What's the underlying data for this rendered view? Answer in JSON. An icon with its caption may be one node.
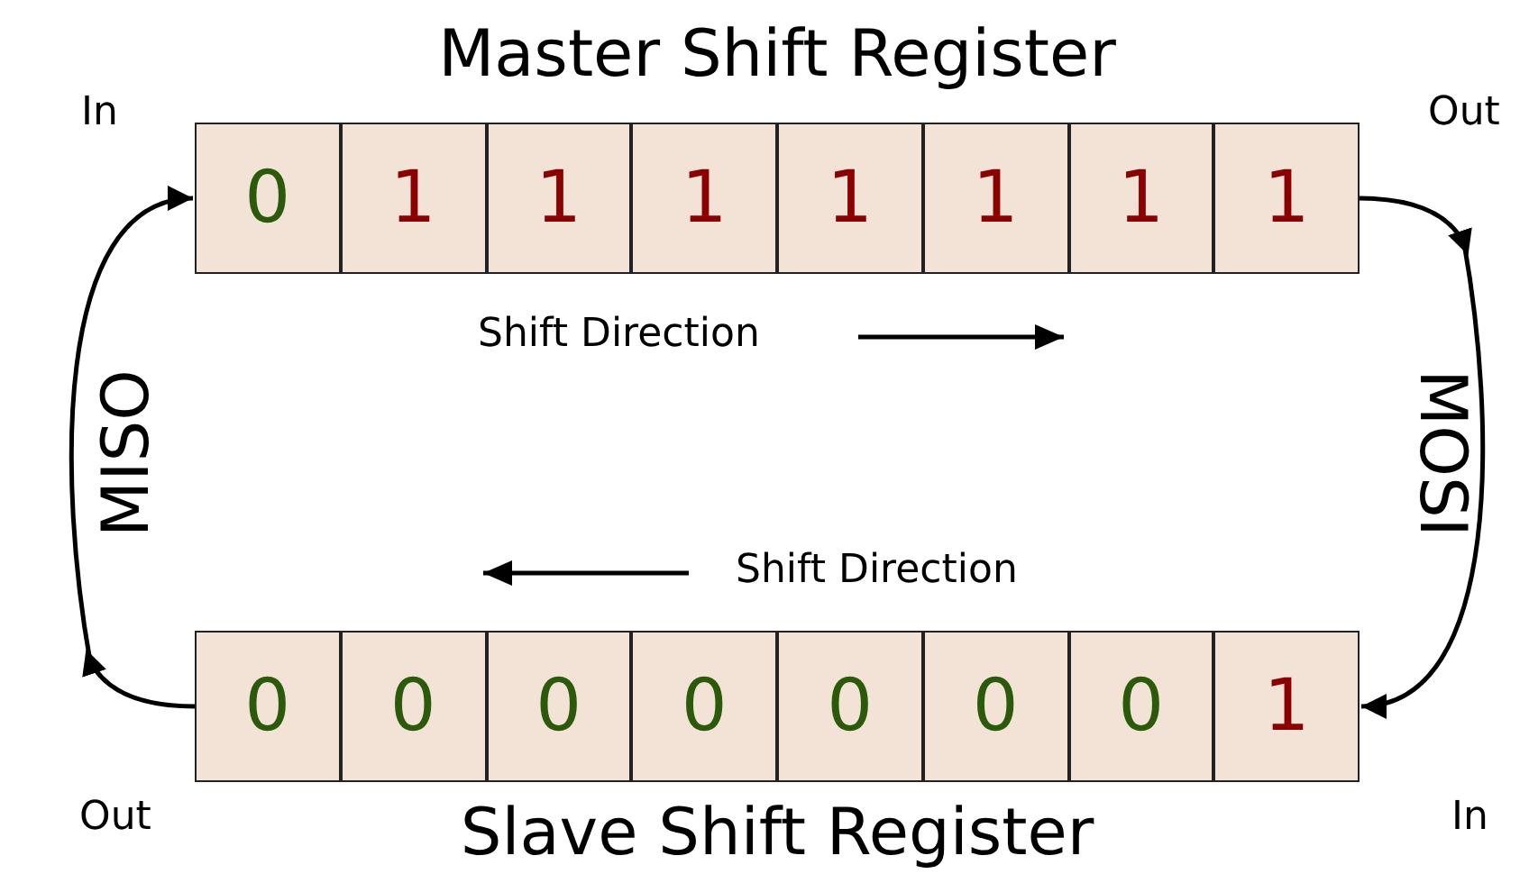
{
  "diagram": {
    "nodes": [
      {
        "text": [
          "Master Shift Register"
        ]
      },
      {
        "text": [
          "0"
        ],
        "in": 0
      },
      {
        "text": [
          "1"
        ],
        "in": 0
      },
      {
        "text": [
          "1"
        ],
        "in": 0
      },
      {
        "text": [
          "1"
        ],
        "in": 0
      },
      {
        "text": [
          "1"
        ],
        "in": 0
      },
      {
        "text": [
          "1"
        ],
        "in": 0
      },
      {
        "text": [
          "1"
        ],
        "in": 0
      },
      {
        "text": [
          "1"
        ],
        "in": 0
      },
      {
        "text": [
          "Slave Shift Register"
        ]
      },
      {
        "text": [
          "0"
        ],
        "in": 9
      },
      {
        "text": [
          "0"
        ],
        "in": 9
      },
      {
        "text": [
          "0"
        ],
        "in": 9
      },
      {
        "text": [
          "0"
        ],
        "in": 9
      },
      {
        "text": [
          "0"
        ],
        "in": 9
      },
      {
        "text": [
          "0"
        ],
        "in": 9
      },
      {
        "text": [
          "0"
        ],
        "in": 9
      },
      {
        "text": [
          "1"
        ],
        "in": 9
      }
    ],
    "edges": [
      {
        "from": 0,
        "to": 9,
        "arrow": "to",
        "label": "MOSI"
      },
      {
        "from": 9,
        "to": 0,
        "arrow": "to",
        "label": "MISO"
      }
    ],
    "labels": [
      "In",
      "Out",
      "Shift Direction",
      "Shift Direction",
      "Out",
      "In"
    ]
  }
}
